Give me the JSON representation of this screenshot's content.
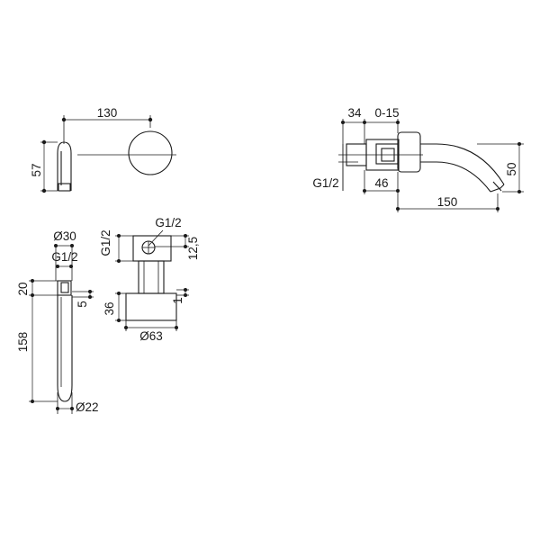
{
  "dimensions": {
    "top_view_spout_length": "130",
    "top_view_spout_height": "57",
    "spout_diameter_top": "Ø30",
    "spout_thread_left": "G1/2",
    "spout_dim_20": "20",
    "spout_dim_5": "5",
    "spout_length_158": "158",
    "spout_diameter_bottom": "Ø22",
    "valve_thread_top": "G1/2",
    "valve_thread_side": "G1/2",
    "valve_dim_12_5": "12,5",
    "valve_dim_36": "36",
    "valve_dim_1": "1",
    "valve_rosette_diameter": "Ø63",
    "side_dim_34": "34",
    "side_dim_0_15": "0-15",
    "side_thread": "G1/2",
    "side_dim_46": "46",
    "side_dim_150": "150",
    "side_dim_50": "50"
  }
}
